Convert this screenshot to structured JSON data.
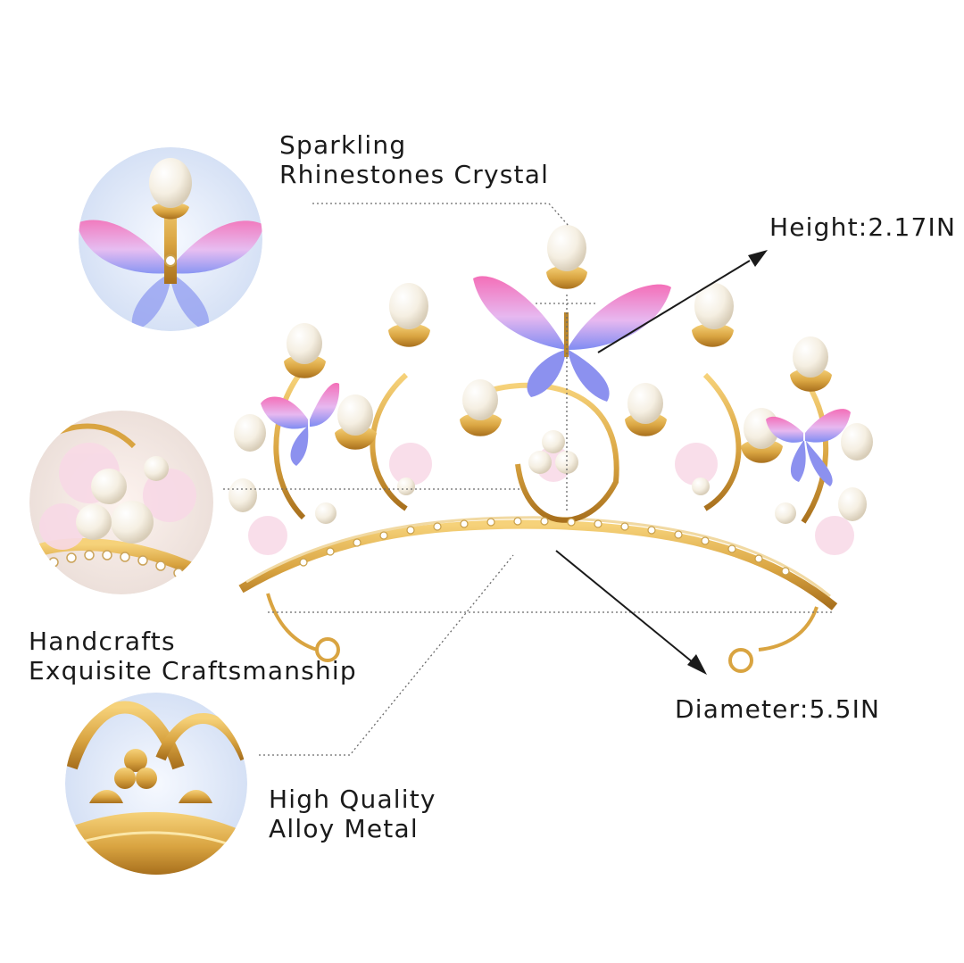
{
  "annotations": {
    "sparkling": {
      "line1": "Sparkling",
      "line2": "Rhinestones Crystal"
    },
    "height": {
      "text": "Height:2.17IN"
    },
    "handcrafts": {
      "line1": "Handcrafts",
      "line2": "Exquisite Craftsmanship"
    },
    "diameter": {
      "text": "Diameter:5.5IN"
    },
    "alloy": {
      "line1": "High Quality",
      "line2": "Alloy Metal"
    }
  },
  "colors": {
    "gold": "#d9a441",
    "gold_dark": "#b47a22",
    "pearl": "#f7f1e6",
    "butterfly_pink": "#f07cc0",
    "butterfly_blue": "#8a8ef0",
    "circle_bg": "#dfe9f8",
    "text": "#1a1a1a"
  },
  "icons": {
    "arrow": "arrow-icon",
    "butterfly": "butterfly-icon",
    "pearl": "pearl-icon"
  }
}
